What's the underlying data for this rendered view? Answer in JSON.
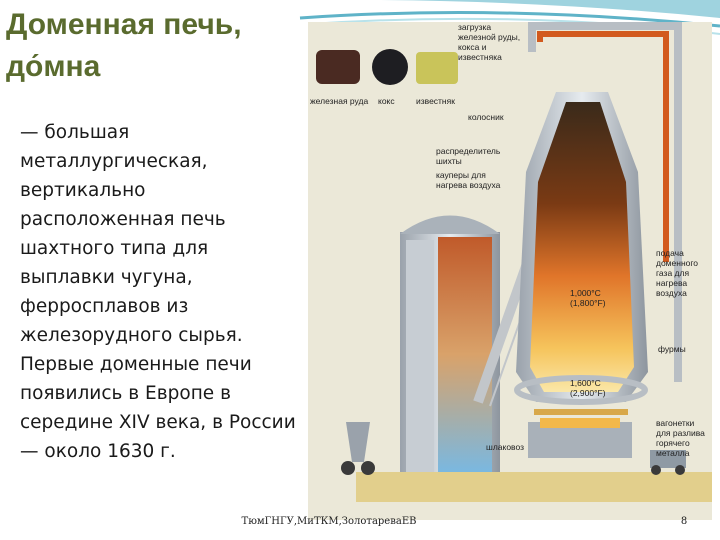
{
  "slide": {
    "title_line1": "Доменная печь,",
    "title_line2": "до́мна",
    "body": "— большая металлургическая, вертикально расположенная печь шахтного типа для выплавки чугуна, ферросплавов из железорудного сырья. Первые доменные печи появились в Европе в середине XIV века, в России — около 1630 г.",
    "footer": "ТюмГНГУ,МиТКМ,ЗолотареваЕВ",
    "page_number": "8"
  },
  "diagram": {
    "labels": {
      "iron_ore": "железная руда",
      "coke": "кокс",
      "limestone": "известняк",
      "loading": "загрузка железной руды, кокса и известняка",
      "grate": "колосник",
      "distributor": "распределитель шихты",
      "cowpers": "кауперы для нагрева воздуха",
      "gas_supply": "подача доменного газа для нагрева воздуха",
      "temp_upper": "1,000°C (1,800°F)",
      "tuyeres": "фурмы",
      "temp_lower": "1,600°C (2,900°F)",
      "ladles": "вагонетки для разлива горячего металла",
      "slag": "шлаковоз"
    }
  }
}
